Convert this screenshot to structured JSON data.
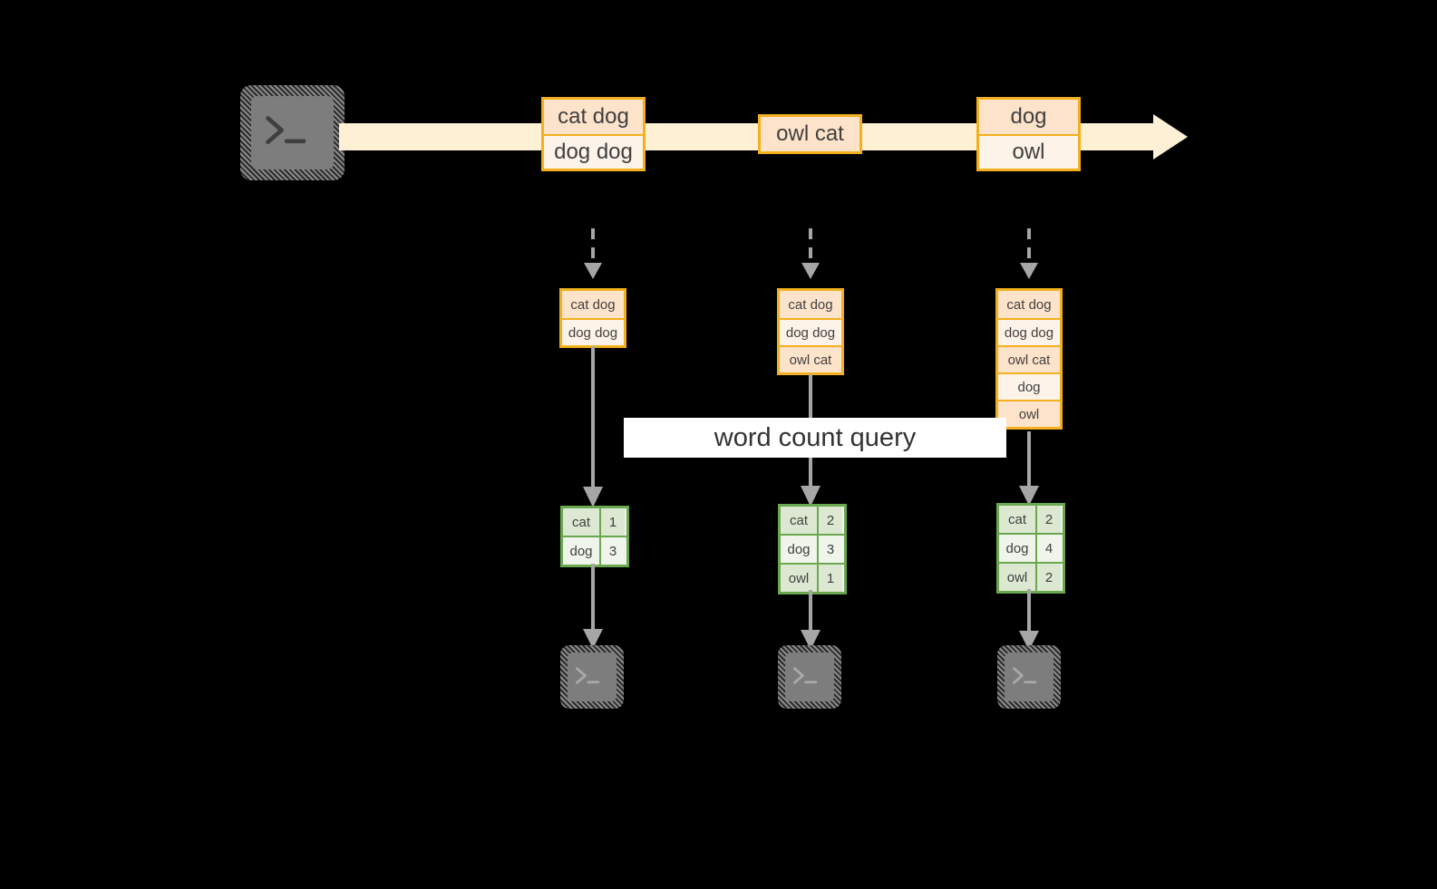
{
  "diagram": {
    "title_label": "word count query",
    "colors": {
      "stream_fill": "#fdf0d5",
      "record_border": "#f2b01e",
      "record_fill_dark": "#fde3ca",
      "record_fill_light": "#fdf3e8",
      "table_border": "#6aa84f",
      "table_fill_dark": "#dde8d2",
      "table_fill_light": "#f0f5ec",
      "connector": "#a6a6a6",
      "icon_fill": "#7d7d7d",
      "background": "#000000"
    },
    "source": {
      "icon": "terminal-icon"
    },
    "stream": {
      "icon": "arrow-right-icon",
      "records": [
        {
          "id": "batch-1",
          "lines": [
            {
              "text": "cat dog",
              "shade": "dark"
            },
            {
              "text": "dog dog",
              "shade": "light"
            }
          ]
        },
        {
          "id": "batch-2",
          "lines": [
            {
              "text": "owl cat",
              "shade": "dark"
            }
          ]
        },
        {
          "id": "batch-3",
          "lines": [
            {
              "text": "dog",
              "shade": "dark"
            },
            {
              "text": "owl",
              "shade": "light"
            }
          ]
        }
      ]
    },
    "snapshots": [
      {
        "id": "snapshot-1",
        "state_rows": [
          {
            "text": "cat dog",
            "shade": "dark"
          },
          {
            "text": "dog dog",
            "shade": "light"
          }
        ],
        "result_rows": [
          {
            "key": "cat",
            "value": "1",
            "shade": "dark"
          },
          {
            "key": "dog",
            "value": "3",
            "shade": "light"
          }
        ],
        "sink_icon": "terminal-icon"
      },
      {
        "id": "snapshot-2",
        "state_rows": [
          {
            "text": "cat dog",
            "shade": "dark"
          },
          {
            "text": "dog dog",
            "shade": "light"
          },
          {
            "text": "owl cat",
            "shade": "dark"
          }
        ],
        "result_rows": [
          {
            "key": "cat",
            "value": "2",
            "shade": "dark"
          },
          {
            "key": "dog",
            "value": "3",
            "shade": "light"
          },
          {
            "key": "owl",
            "value": "1",
            "shade": "dark"
          }
        ],
        "sink_icon": "terminal-icon"
      },
      {
        "id": "snapshot-3",
        "state_rows": [
          {
            "text": "cat dog",
            "shade": "dark"
          },
          {
            "text": "dog dog",
            "shade": "light"
          },
          {
            "text": "owl cat",
            "shade": "dark"
          },
          {
            "text": "dog",
            "shade": "light"
          },
          {
            "text": "owl",
            "shade": "dark"
          }
        ],
        "result_rows": [
          {
            "key": "cat",
            "value": "2",
            "shade": "dark"
          },
          {
            "key": "dog",
            "value": "4",
            "shade": "light"
          },
          {
            "key": "owl",
            "value": "2",
            "shade": "dark"
          }
        ],
        "sink_icon": "terminal-icon"
      }
    ]
  }
}
